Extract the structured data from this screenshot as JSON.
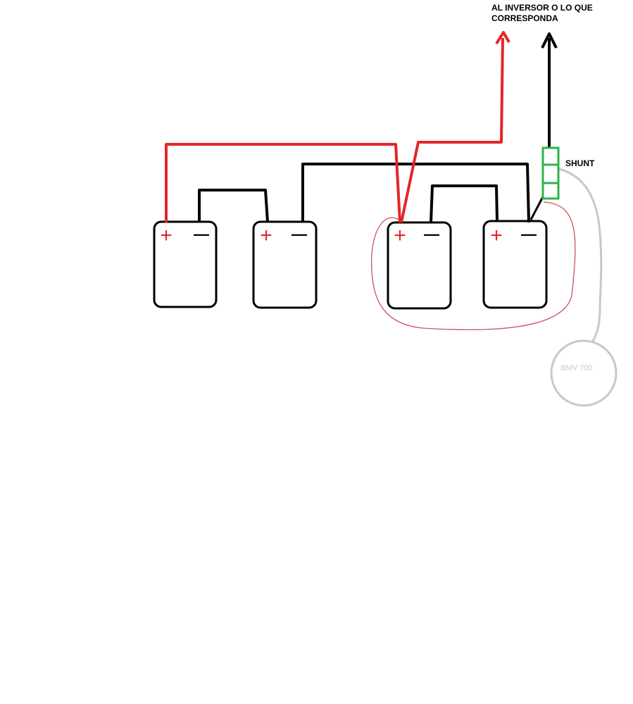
{
  "diagram": {
    "destination_label": "AL INVERSOR O LO QUE CORRESPONDA",
    "shunt_label": "SHUNT",
    "meter_label": "BMV 700",
    "batteries": [
      {
        "plus": "+",
        "minus": "—"
      },
      {
        "plus": "+",
        "minus": "—"
      },
      {
        "plus": "+",
        "minus": "—"
      },
      {
        "plus": "+",
        "minus": "—"
      }
    ],
    "colors": {
      "positive_wire": "#e3262b",
      "negative_wire": "#000000",
      "shunt": "#2db34a",
      "sense_wire": "#c8c8c8",
      "sense_loop": "#c9545a"
    }
  }
}
